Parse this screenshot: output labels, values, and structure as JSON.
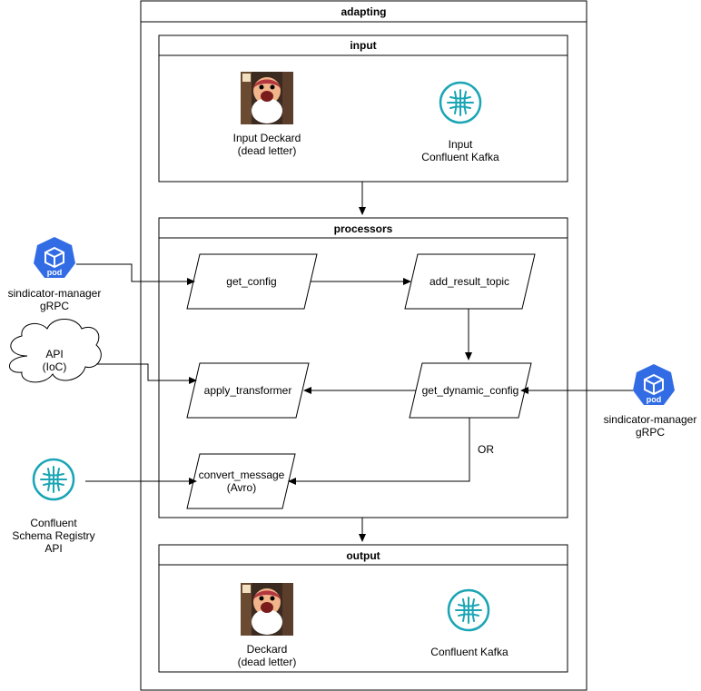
{
  "containers": {
    "adapting": "adapting",
    "input": "input",
    "processors": "processors",
    "output": "output"
  },
  "input": {
    "deckard_line1": "Input Deckard",
    "deckard_line2": "(dead letter)",
    "kafka_line1": "Input",
    "kafka_line2": "Confluent Kafka"
  },
  "processors": {
    "get_config": "get_config",
    "add_result_topic": "add_result_topic",
    "apply_transformer": "apply_transformer",
    "get_dynamic_config": "get_dynamic_config",
    "convert_message_line1": "convert_message",
    "convert_message_line2": "(Avro)",
    "or_label": "OR"
  },
  "output": {
    "deckard_line1": "Deckard",
    "deckard_line2": "(dead letter)",
    "kafka_label": "Confluent Kafka"
  },
  "external": {
    "manager_left_line1": "sindicator-manager",
    "manager_left_line2": "gRPC",
    "manager_right_line1": "sindicator-manager",
    "manager_right_line2": "gRPC",
    "pod_label": "pod",
    "api_line1": "API",
    "api_line2": "(IoC)",
    "registry_line1": "Confluent",
    "registry_line2": "Schema Registry",
    "registry_line3": "API"
  },
  "colors": {
    "pod_blue": "#326ce5",
    "kafka_teal": "#1aa5b5",
    "stroke": "#000000"
  }
}
